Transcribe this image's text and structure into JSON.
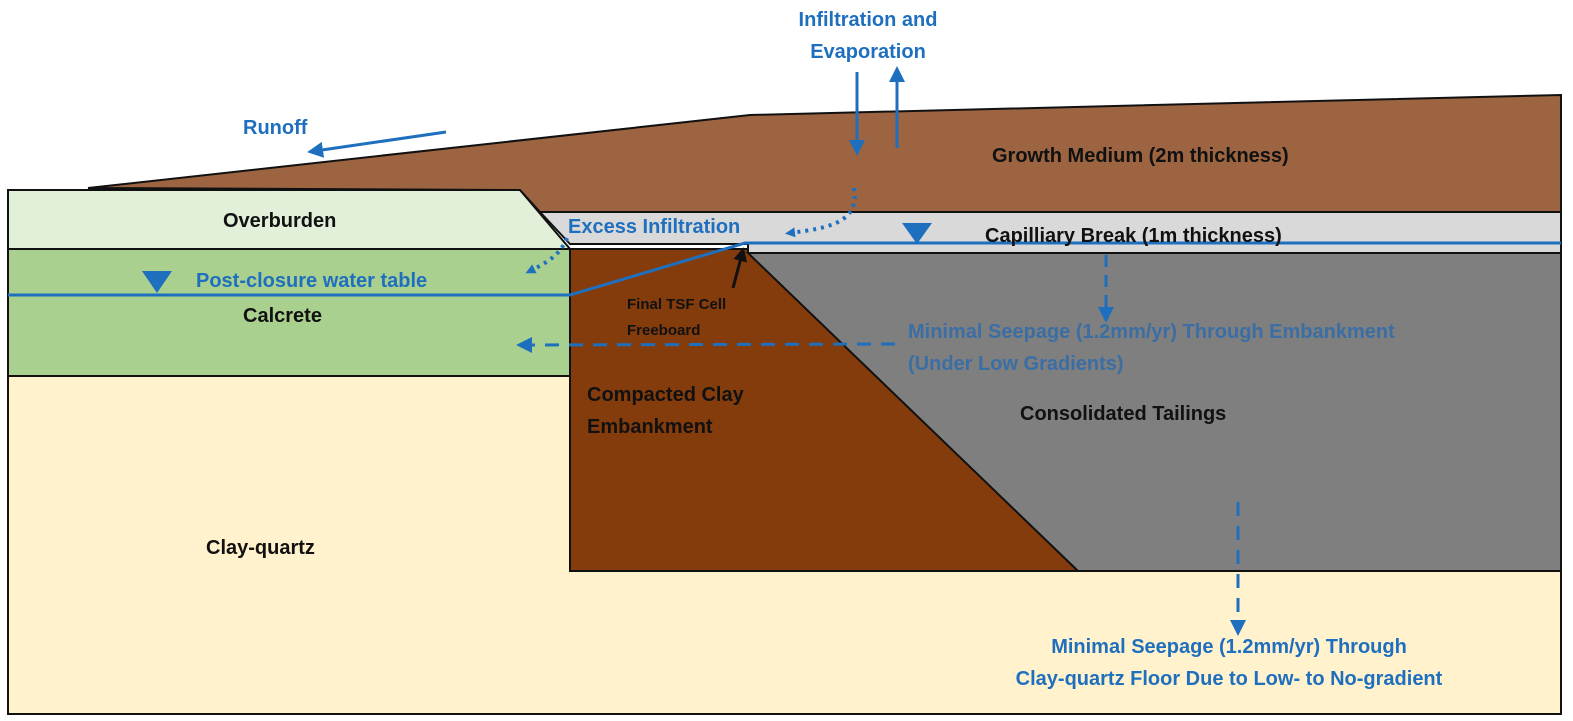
{
  "labels": {
    "infiltration_evaporation_line1": "Infiltration and",
    "infiltration_evaporation_line2": "Evaporation",
    "runoff": "Runoff",
    "growth_medium": "Growth Medium (2m thickness)",
    "overburden": "Overburden",
    "excess_infiltration": "Excess Infiltration",
    "capillary_break": "Capilliary Break (1m thickness)",
    "water_table": "Post-closure water table",
    "calcrete": "Calcrete",
    "freeboard_line1": "Final TSF Cell",
    "freeboard_line2": "Freeboard",
    "seepage_embankment_line1": "Minimal Seepage (1.2mm/yr) Through Embankment",
    "seepage_embankment_line2": "(Under Low Gradients)",
    "compacted_clay_line1": "Compacted Clay",
    "compacted_clay_line2": "Embankment",
    "consolidated_tailings": "Consolidated Tailings",
    "clay_quartz": "Clay-quartz",
    "seepage_floor_line1": "Minimal Seepage (1.2mm/yr) Through",
    "seepage_floor_line2": "Clay-quartz Floor Due to Low- to No-gradient"
  },
  "colors": {
    "growth_medium": "#9c6440",
    "capillary_break": "#d9d9d9",
    "overburden": "#e2efd9",
    "calcrete": "#a9d08e",
    "clay_quartz": "#fff2cc",
    "embankment": "#843c0c",
    "tailings": "#7f7f7f",
    "water": "#1f6fbf"
  }
}
